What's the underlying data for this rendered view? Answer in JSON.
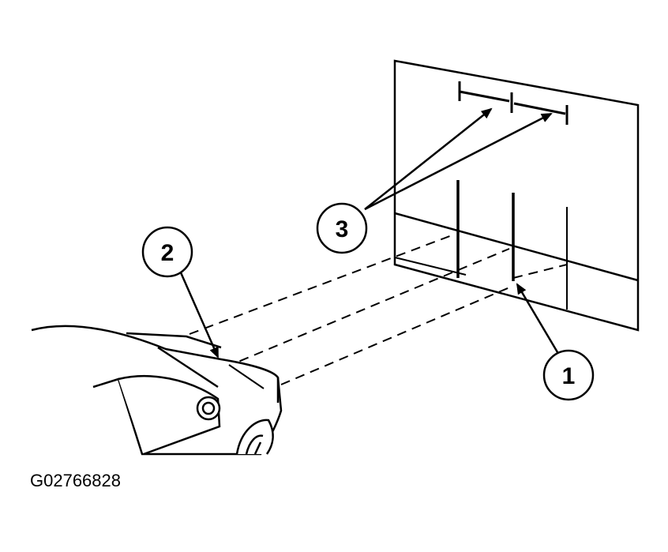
{
  "figure_id": "G02766828",
  "callouts": {
    "one": "1",
    "two": "2",
    "three": "3"
  },
  "colors": {
    "ink": "#000000",
    "paper": "#ffffff"
  }
}
